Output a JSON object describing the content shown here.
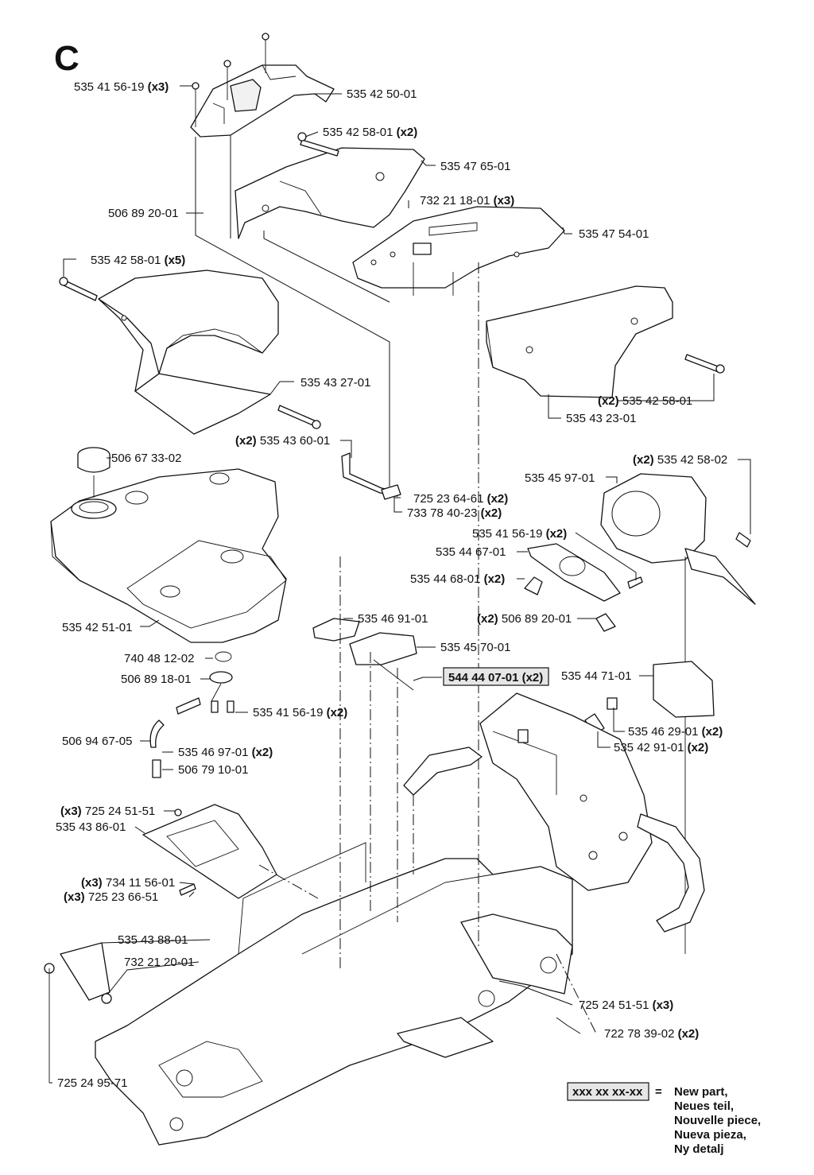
{
  "section_letter": "C",
  "labels": {
    "l01": {
      "text": "535 41 56-19",
      "qty": "(x3)"
    },
    "l02": {
      "text": "535 42 50-01",
      "qty": ""
    },
    "l03": {
      "text": "535 42 58-01",
      "qty": "(x2)"
    },
    "l04": {
      "text": "535 47 65-01",
      "qty": ""
    },
    "l05": {
      "text": "732 21 18-01",
      "qty": "(x3)"
    },
    "l06": {
      "text": "506 89 20-01",
      "qty": ""
    },
    "l07": {
      "text": "535 47 54-01",
      "qty": ""
    },
    "l08": {
      "text": "535 42 58-01",
      "qty": "(x5)"
    },
    "l09": {
      "text": "535 43 27-01",
      "qty": ""
    },
    "l10": {
      "text": "535 42 58-01",
      "qty": "(x2)"
    },
    "l11": {
      "text": "535 43 23-01",
      "qty": ""
    },
    "l12": {
      "text": "506 67 33-02",
      "qty": ""
    },
    "l13": {
      "text": "535 43 60-01",
      "qty": "(x2)"
    },
    "l14": {
      "text": "535 42 58-02",
      "qty": "(x2)"
    },
    "l15": {
      "text": "535 45 97-01",
      "qty": ""
    },
    "l16": {
      "text": "725 23 64-61",
      "qty": "(x2)"
    },
    "l17": {
      "text": "733 78 40-23",
      "qty": "(x2)"
    },
    "l18": {
      "text": "535 41 56-19",
      "qty": "(x2)"
    },
    "l19": {
      "text": "535 44 67-01",
      "qty": ""
    },
    "l20": {
      "text": "535 44 68-01",
      "qty": "(x2)"
    },
    "l21": {
      "text": "535 42 51-01",
      "qty": ""
    },
    "l22": {
      "text": "535 46 91-01",
      "qty": ""
    },
    "l23": {
      "text": "506 89 20-01",
      "qty": "(x2)"
    },
    "l24": {
      "text": "535 45 70-01",
      "qty": ""
    },
    "l25": {
      "text": "740 48 12-02",
      "qty": ""
    },
    "l26": {
      "text": "544 44 07-01",
      "qty": "(x2)"
    },
    "l27": {
      "text": "535 44 71-01",
      "qty": ""
    },
    "l28": {
      "text": "506 89 18-01",
      "qty": ""
    },
    "l29": {
      "text": "535 41 56-19",
      "qty": "(x2)"
    },
    "l30": {
      "text": "535 46 29-01",
      "qty": "(x2)"
    },
    "l31": {
      "text": "535 42 91-01",
      "qty": "(x2)"
    },
    "l32": {
      "text": "506 94 67-05",
      "qty": ""
    },
    "l33": {
      "text": "535 46 97-01",
      "qty": "(x2)"
    },
    "l34": {
      "text": "506 79 10-01",
      "qty": ""
    },
    "l35": {
      "text": "725 24 51-51",
      "qty": "(x3)"
    },
    "l36": {
      "text": "535 43 86-01",
      "qty": ""
    },
    "l37": {
      "text": "734 11 56-01",
      "qty": "(x3)"
    },
    "l38": {
      "text": "725 23 66-51",
      "qty": "(x3)"
    },
    "l39": {
      "text": "535 43 88-01",
      "qty": ""
    },
    "l40": {
      "text": "732 21 20-01",
      "qty": ""
    },
    "l41": {
      "text": "725 24 51-51",
      "qty": "(x3)"
    },
    "l42": {
      "text": "722 78 39-02",
      "qty": "(x2)"
    },
    "l43": {
      "text": "725 24 95-71",
      "qty": ""
    }
  },
  "legend": {
    "sample": "xxx xx xx-xx",
    "equals": "=",
    "lines": [
      "New part,",
      "Neues teil,",
      "Nouvelle piece,",
      "Nueva pieza,",
      "Ny detalj"
    ]
  }
}
